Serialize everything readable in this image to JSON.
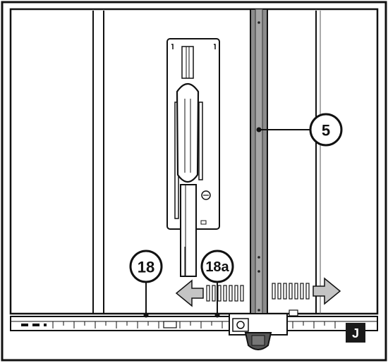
{
  "callouts": {
    "fence": "5",
    "scale": "18",
    "scale_indicator": "18a"
  },
  "figure_badge": "J",
  "colors": {
    "outline": "#111111",
    "panel": "#ffffff",
    "fence_fill": "#8c8c8c",
    "arrow_fill": "#bdbdbd",
    "badge_bg": "#1a1a1a"
  },
  "icons": [
    "left-arrow-icon",
    "right-arrow-icon"
  ]
}
